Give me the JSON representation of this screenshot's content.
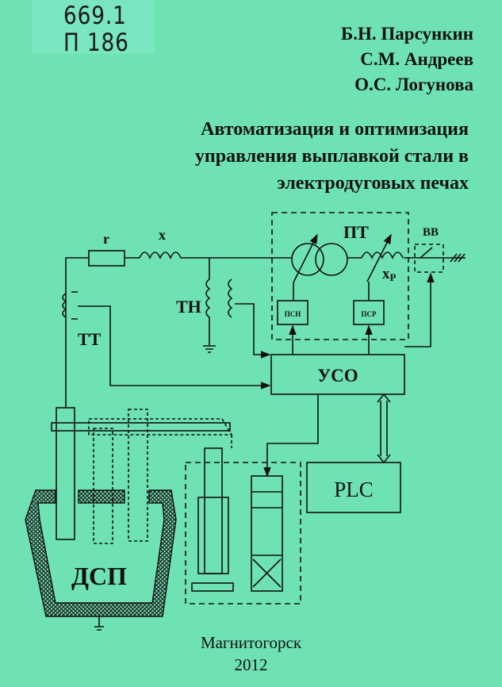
{
  "library_stamp": {
    "line1": "669.1",
    "line2": "П 186"
  },
  "authors": [
    "Б.Н. Парсункин",
    "С.М. Андреев",
    "О.С. Логунова"
  ],
  "title_lines": [
    "Автоматизация и оптимизация",
    "управления выплавкой стали в",
    "электродуговых печах"
  ],
  "diagram": {
    "r": "r",
    "x": "x",
    "tn": "ТН",
    "tt": "ТТ",
    "pt": "ПТ",
    "xp": "x",
    "xp_sub": "P",
    "vv": "ВВ",
    "psn": "ПСН",
    "psr": "ПСР",
    "uso": "УСО",
    "plc": "PLC",
    "dsp": "ДСП"
  },
  "city": "Магнитогорск",
  "year": "2012",
  "colors": {
    "background": "#6fe2b4",
    "ink": "#111111"
  }
}
